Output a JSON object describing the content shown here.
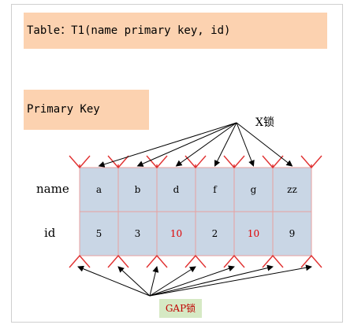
{
  "table_title": "Table：T1(name primary key, id)",
  "primary_key_label": "Primary Key",
  "x_lock_label": "X锁",
  "gap_lock_label": "GAP锁",
  "row_labels": {
    "name": "name",
    "id": "id"
  },
  "columns": [
    {
      "name": "a",
      "id": "5",
      "id_highlight": false
    },
    {
      "name": "b",
      "id": "3",
      "id_highlight": false
    },
    {
      "name": "d",
      "id": "10",
      "id_highlight": true
    },
    {
      "name": "f",
      "id": "2",
      "id_highlight": false
    },
    {
      "name": "g",
      "id": "10",
      "id_highlight": true
    },
    {
      "name": "zz",
      "id": "9",
      "id_highlight": false
    }
  ],
  "colors": {
    "label_fill": "#fcd2b0",
    "cell_fill": "#c9d6e5",
    "cell_border": "#e8a0a0",
    "highlight_text": "#e00000",
    "gap_mark": "#e03030",
    "gap_label_fill": "#d6e9c4",
    "gap_label_text": "#c00000"
  }
}
